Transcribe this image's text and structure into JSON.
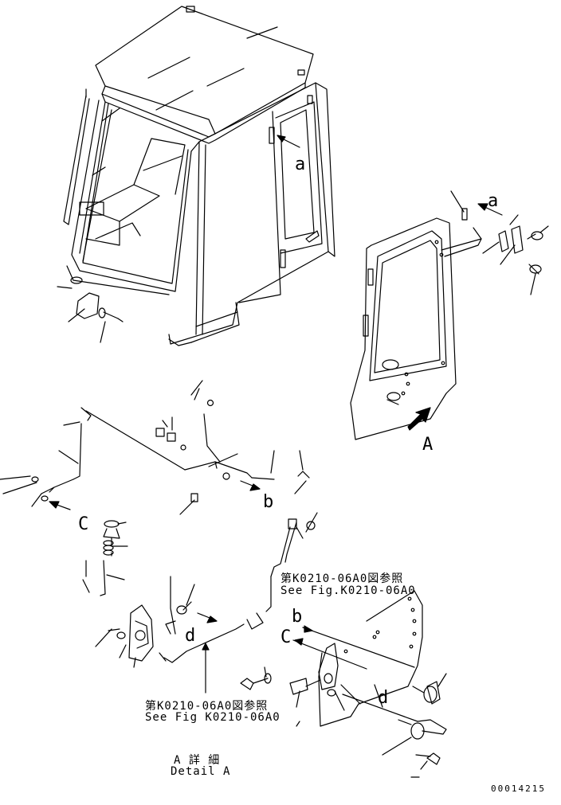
{
  "callouts": {
    "a_top": "a",
    "a_door": "a",
    "b_left": "b",
    "c_left": "C",
    "d_left": "d",
    "b_right": "b",
    "c_right": "C",
    "d_right": "d",
    "view_A": "A"
  },
  "references": [
    {
      "jp": "第K0210-06A0図参照",
      "en": "See Fig.K0210-06A0"
    },
    {
      "jp": "第K0210-06A0図参照",
      "en": "See Fig K0210-06A0"
    }
  ],
  "detail": {
    "jp": "A 詳 細",
    "en": "Detail A"
  },
  "drawing_number": "00014215"
}
